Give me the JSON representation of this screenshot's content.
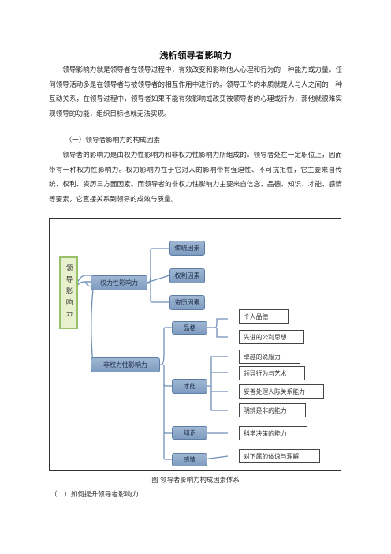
{
  "document": {
    "title": "浅析领导者影响力",
    "paragraph_1": "领导影响力就是领导者在领导过程中，有效改变和影响他人心理和行为的一种能力或力量。任何领导活动多是在领导者与被领导者的相互作用中进行的。领导工作的本质就是人与人之间的一种互动关系，在领导过程中，领导者如果不能有效影响或改变被领导者的心理或行为，那他就很难实现领导的功能，组织目标也就无法实现。",
    "heading_1": "（一）领导者影响力的构成因素",
    "paragraph_2": "领导者的影响力是由权力性影响力和非权力性影响力所组成的。领导者处在一定职位上，因而带有一种权力性影响力。权力影响力在于它对人的影响带有强迫性、不可抗拒性，它主要来自传统、权利、资历三方面因素。而领导者的非权力性影响力主要来自信念、品德、知识、才能、感情等要素，它直接关系到领导的成效与质量。",
    "caption": "图  领导者影响力构成因素体系",
    "heading_2": "（二）如何提升领导者影响力"
  },
  "diagram": {
    "root": "领导影响力",
    "power": {
      "label": "权力性影响力",
      "children": [
        "传统因素",
        "权利因素",
        "资历因素"
      ]
    },
    "non_power": {
      "label": "非权力性影响力",
      "morality": {
        "label": "品格",
        "leaves": [
          "个人品德",
          "先进的公利思想"
        ]
      },
      "ability": {
        "label": "才能",
        "leaves": [
          "卓越的说服力",
          "领导行为与艺术",
          "妥善处理人际关系能力",
          "明辨是非的能力"
        ]
      },
      "knowledge": {
        "label": "知识",
        "leaves": [
          "科学决策的能力"
        ]
      },
      "emotion": {
        "label": "感情",
        "leaves": [
          "对下属的体谅与理解"
        ]
      }
    },
    "colors": {
      "blue_fill": "#8aa6c8",
      "line": "#6f8fb8",
      "root_border": "#9bc06b",
      "root_fill": "#e7f1cd"
    }
  }
}
